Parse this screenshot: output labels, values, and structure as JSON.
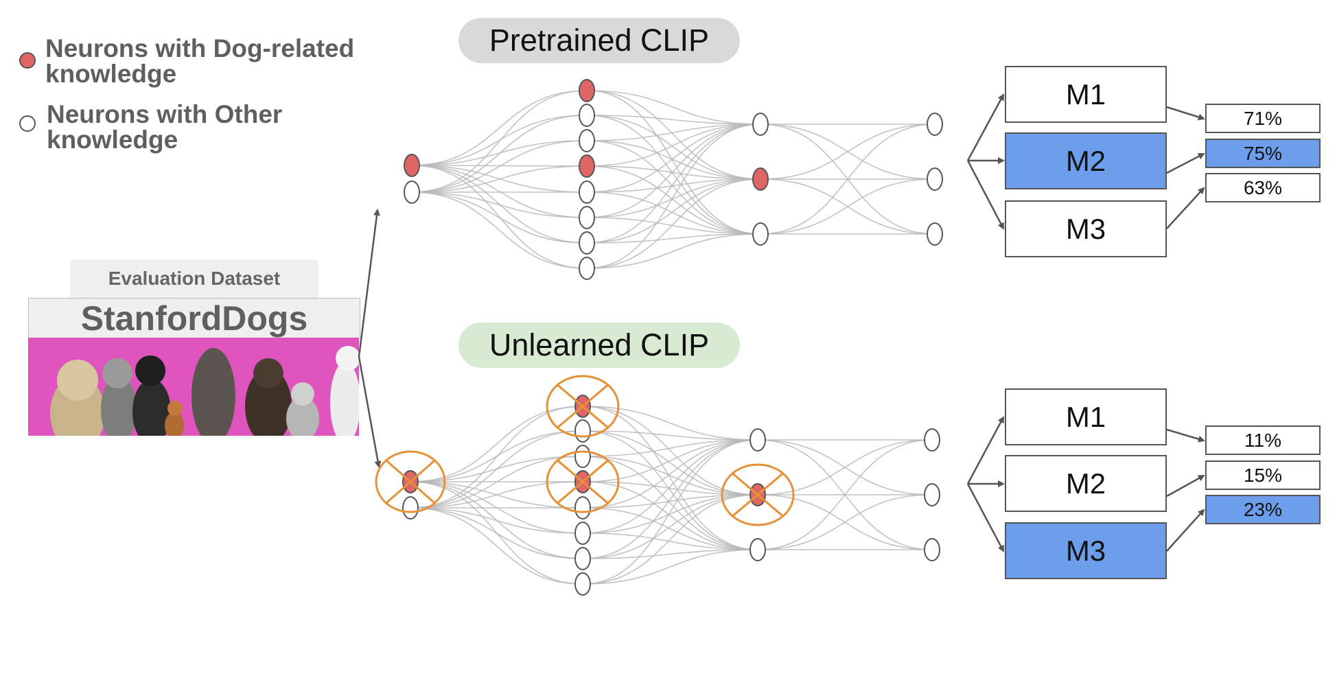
{
  "legend": {
    "dog_label": "Neurons with Dog-related knowledge",
    "dog_line1": "Neurons with Dog-related",
    "dog_line2": "knowledge",
    "other_label": "Neurons with Other knowledge",
    "other_line1": "Neurons with Other",
    "other_line2": "knowledge"
  },
  "dataset": {
    "caption": "Evaluation Dataset",
    "name": "StanfordDogs"
  },
  "networks": [
    {
      "title": "Pretrained CLIP",
      "title_color": "#d9d9d9",
      "dog_neurons": "intact",
      "models": [
        {
          "label": "M1",
          "accuracy": "71%",
          "highlighted": false
        },
        {
          "label": "M2",
          "accuracy": "75%",
          "highlighted": true
        },
        {
          "label": "M3",
          "accuracy": "63%",
          "highlighted": false
        }
      ]
    },
    {
      "title": "Unlearned CLIP",
      "title_color": "#d9ead3",
      "dog_neurons": "removed",
      "models": [
        {
          "label": "M1",
          "accuracy": "11%",
          "highlighted": false
        },
        {
          "label": "M2",
          "accuracy": "15%",
          "highlighted": false
        },
        {
          "label": "M3",
          "accuracy": "23%",
          "highlighted": true
        }
      ]
    }
  ],
  "colors": {
    "dog_neuron": "#e06666",
    "other_neuron": "#ffffff",
    "removed_mark": "#e69138",
    "highlight": "#6d9eeb",
    "edge": "#b7b7b7",
    "photo_background": "#df55bd"
  }
}
